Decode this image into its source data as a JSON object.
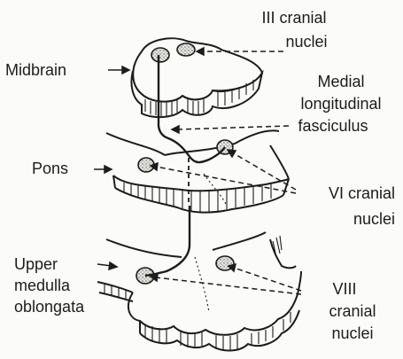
{
  "labels": {
    "midbrain": "Midbrain",
    "pons": "Pons",
    "upper_medulla": [
      "Upper",
      "medulla",
      "oblongata"
    ],
    "iii_nuclei": [
      "III cranial",
      "nuclei"
    ],
    "mlf": [
      "Medial",
      "longitudinal",
      "fasciculus"
    ],
    "vi_nuclei": [
      "VI cranial",
      "nuclei"
    ],
    "viii_nuclei": [
      "VIII",
      "cranial",
      "nuclei"
    ]
  },
  "colors": {
    "ink": "#1c1c1c",
    "paper": "#fbfbf9",
    "nucleus_fill": "#d9d9d4"
  }
}
